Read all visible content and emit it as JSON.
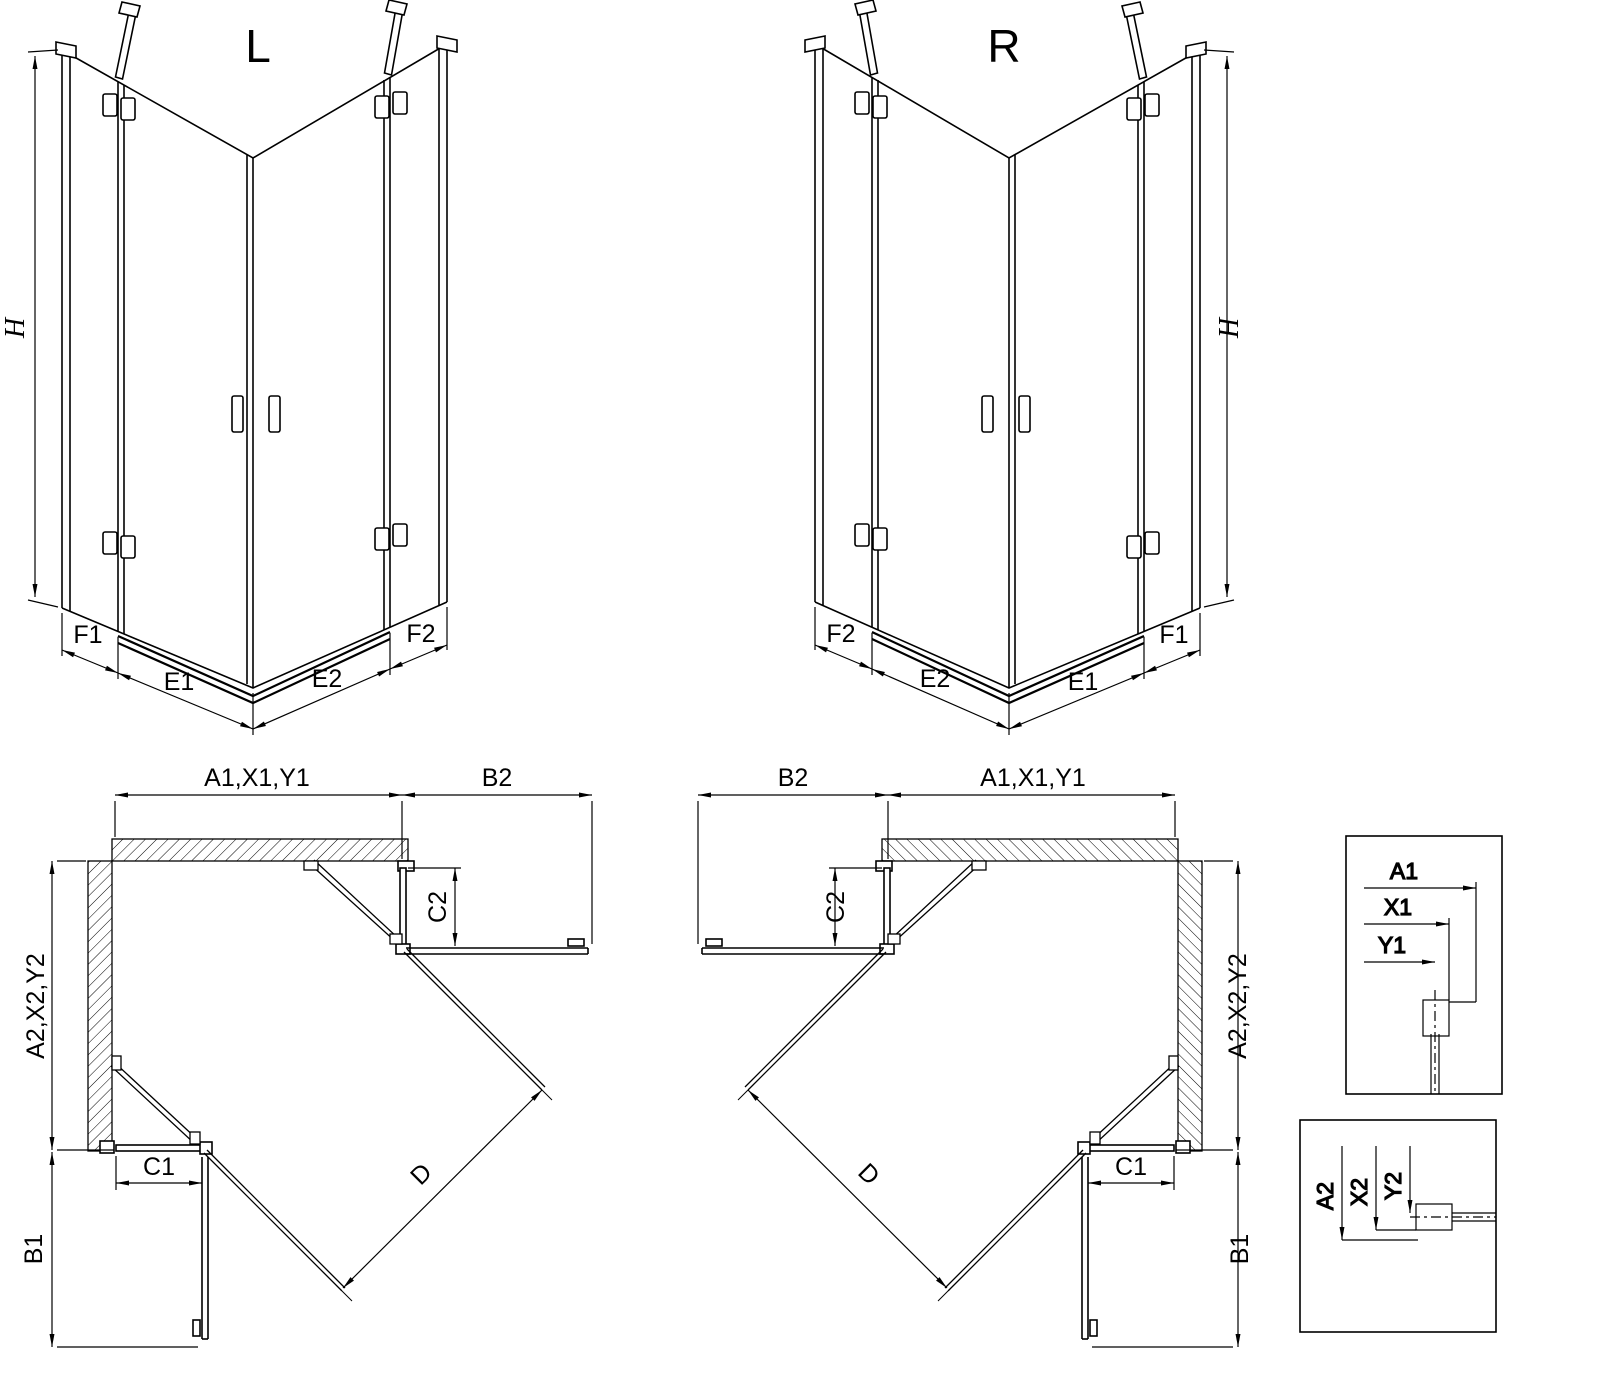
{
  "drawing": {
    "view_3d_left": {
      "title": "L",
      "h": "H",
      "f1": "F1",
      "e1": "E1",
      "e2": "E2",
      "f2": "F2"
    },
    "view_3d_right": {
      "title": "R",
      "h": "H",
      "f1": "F1",
      "e1": "E1",
      "e2": "E2",
      "f2": "F2"
    },
    "plan_left": {
      "a1": "A1,X1,Y1",
      "b2": "B2",
      "c2": "C2",
      "a2": "A2,X2,Y2",
      "c1": "C1",
      "b1": "B1",
      "d": "D"
    },
    "plan_right": {
      "a1": "A1,X1,Y1",
      "b2": "B2",
      "c2": "C2",
      "a2": "A2,X2,Y2",
      "c1": "C1",
      "b1": "B1",
      "d": "D"
    },
    "detail_horizontal": {
      "a1": "A1",
      "x1": "X1",
      "y1": "Y1"
    },
    "detail_vertical": {
      "a2": "A2",
      "x2": "X2",
      "y2": "Y2"
    },
    "colors": {
      "line": "#000000",
      "background": "#ffffff"
    }
  }
}
